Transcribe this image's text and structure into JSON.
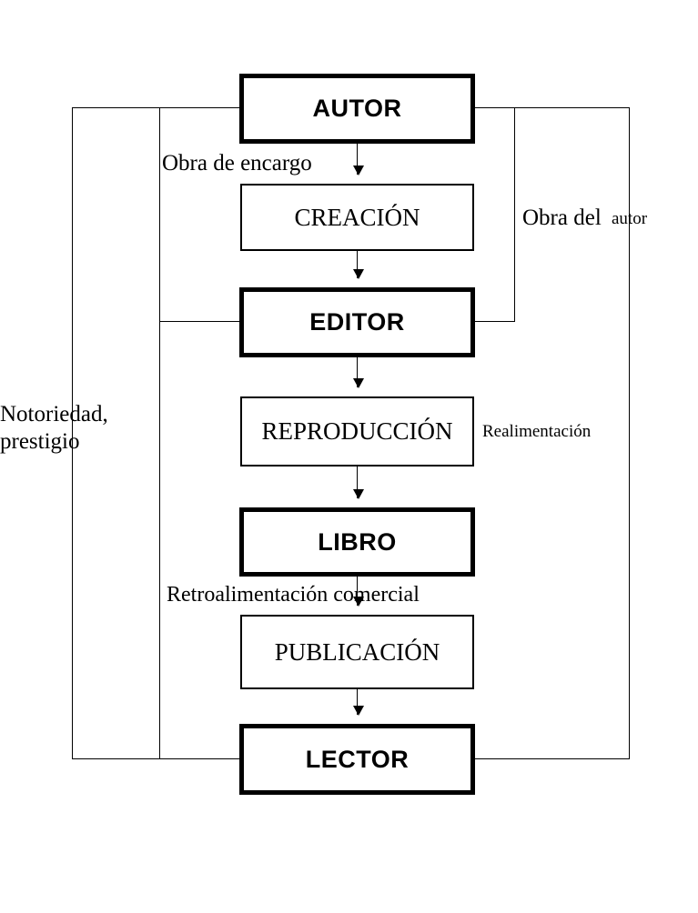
{
  "diagram": {
    "title": "Circuito del libro: autor, editor, lector",
    "language": "es",
    "stroke_color": "#000000",
    "background_color": "#ffffff",
    "nodes": [
      {
        "id": "autor",
        "label": "AUTOR",
        "style": "primary"
      },
      {
        "id": "creacion",
        "label": "CREACIÓN",
        "style": "secondary"
      },
      {
        "id": "editor",
        "label": "EDITOR",
        "style": "primary"
      },
      {
        "id": "reproduccion",
        "label": "REPRODUCCIÓN",
        "style": "secondary"
      },
      {
        "id": "libro",
        "label": "LIBRO",
        "style": "primary"
      },
      {
        "id": "publicacion",
        "label": "PUBLICACIÓN",
        "style": "secondary"
      },
      {
        "id": "lector",
        "label": "LECTOR",
        "style": "primary"
      }
    ],
    "edge_labels": {
      "obra_de_encargo": "Obra de encargo",
      "obra_del": "Obra del",
      "autor_small": "autor",
      "notoriedad": "Notoriedad,",
      "prestigio": "prestigio",
      "realimentacion": "Realimentación",
      "retroalimentacion_comercial": "Retroalimentación comercial"
    }
  }
}
